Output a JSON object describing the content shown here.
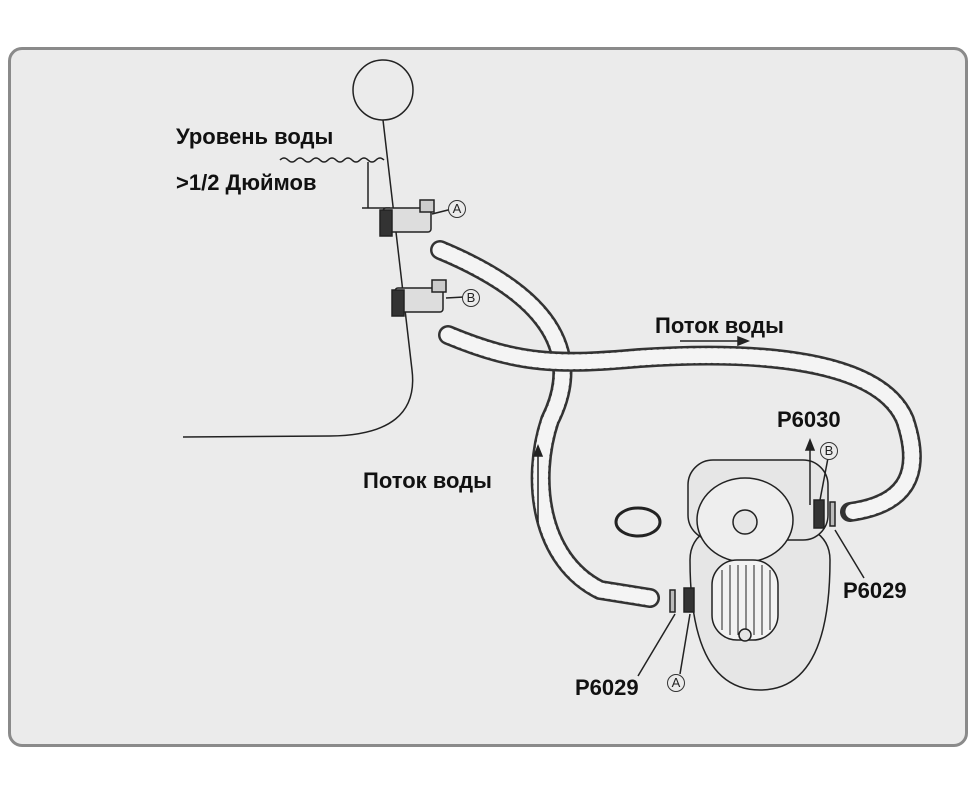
{
  "labels": {
    "water_level": "Уровень воды",
    "depth": ">1/2 Дюймов",
    "flow_top": "Поток воды",
    "flow_left": "Поток воды",
    "p6030": "P6030",
    "p6029_right": "P6029",
    "p6029_bottom": "P6029",
    "marker_a_top": "A",
    "marker_b_top": "B",
    "marker_b_pump": "B",
    "marker_a_pump": "A"
  }
}
